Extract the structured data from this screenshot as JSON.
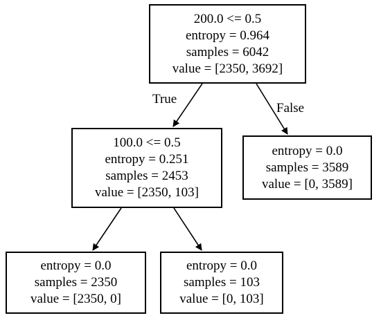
{
  "tree": {
    "root": {
      "split": "200.0 <= 0.5",
      "entropy": "entropy = 0.964",
      "samples": "samples = 6042",
      "value": "value = [2350, 3692]"
    },
    "left": {
      "split": "100.0 <= 0.5",
      "entropy": "entropy = 0.251",
      "samples": "samples = 2453",
      "value": "value = [2350, 103]"
    },
    "right": {
      "entropy": "entropy = 0.0",
      "samples": "samples = 3589",
      "value": "value = [0, 3589]"
    },
    "left_left": {
      "entropy": "entropy = 0.0",
      "samples": "samples = 2350",
      "value": "value = [2350, 0]"
    },
    "left_right": {
      "entropy": "entropy = 0.0",
      "samples": "samples = 103",
      "value": "value = [0, 103]"
    }
  },
  "edges": {
    "true_label": "True",
    "false_label": "False"
  }
}
